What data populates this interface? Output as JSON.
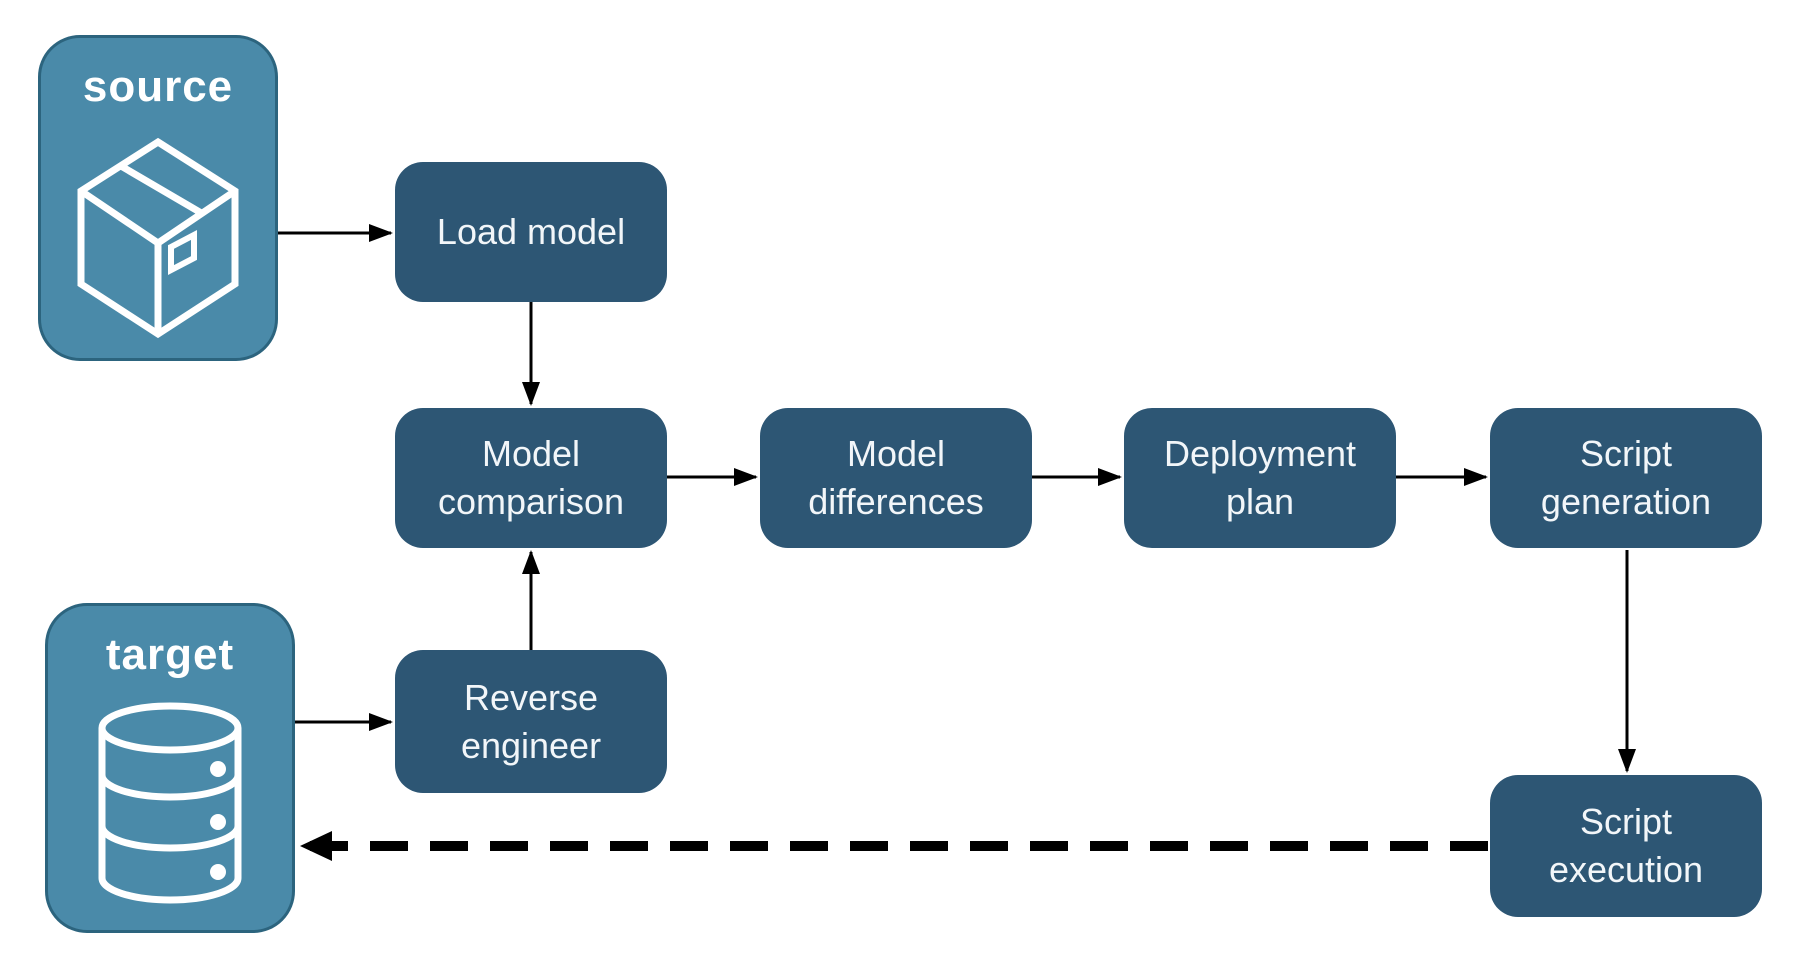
{
  "diagram": {
    "endpoints": [
      {
        "id": "source",
        "label": "source",
        "icon": "package-icon"
      },
      {
        "id": "target",
        "label": "target",
        "icon": "database-icon"
      }
    ],
    "nodes": [
      {
        "id": "load-model",
        "label": "Load model"
      },
      {
        "id": "model-comparison",
        "label": "Model comparison"
      },
      {
        "id": "model-differences",
        "label": "Model differences"
      },
      {
        "id": "deployment-plan",
        "label": "Deployment plan"
      },
      {
        "id": "script-generation",
        "label": "Script generation"
      },
      {
        "id": "script-execution",
        "label": "Script execution"
      },
      {
        "id": "reverse-engineer",
        "label": "Reverse engineer"
      }
    ],
    "edges": [
      {
        "from": "source",
        "to": "load-model",
        "style": "solid"
      },
      {
        "from": "load-model",
        "to": "model-comparison",
        "style": "solid"
      },
      {
        "from": "model-comparison",
        "to": "model-differences",
        "style": "solid"
      },
      {
        "from": "model-differences",
        "to": "deployment-plan",
        "style": "solid"
      },
      {
        "from": "deployment-plan",
        "to": "script-generation",
        "style": "solid"
      },
      {
        "from": "script-generation",
        "to": "script-execution",
        "style": "solid"
      },
      {
        "from": "target",
        "to": "reverse-engineer",
        "style": "solid"
      },
      {
        "from": "reverse-engineer",
        "to": "model-comparison",
        "style": "solid"
      },
      {
        "from": "script-execution",
        "to": "target",
        "style": "dashed"
      }
    ],
    "colors": {
      "node_fill": "#2D5674",
      "node_text": "#F2F6F9",
      "endpoint_fill": "#4A8AA9",
      "endpoint_border": "#2C647E",
      "endpoint_text": "#FFFFFF",
      "arrow": "#000000",
      "background": "#FFFFFF"
    }
  }
}
